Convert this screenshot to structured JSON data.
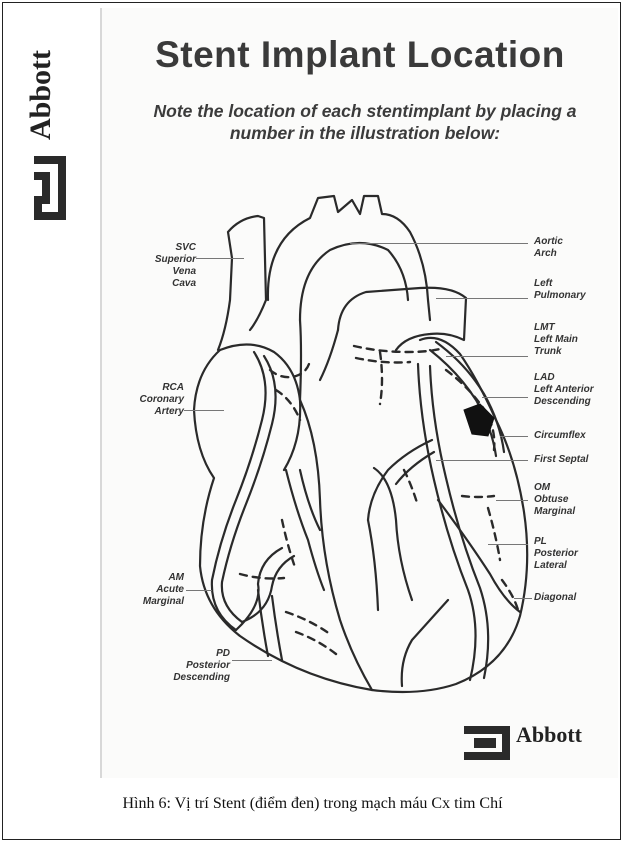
{
  "brand": {
    "name": "Abbott"
  },
  "title": "Stent Implant Location",
  "note": "Note the location of each stentimplant by placing a number in the illustration below:",
  "labels": {
    "svc": "SVC\nSuperior\nVena\nCava",
    "rca": "RCA\nCoronary\nArtery",
    "am": "AM\nAcute\nMarginal",
    "pd": "PD\nPosterior\nDescending",
    "aortic": "Aortic\nArch",
    "left_pulmonary": "Left\nPulmonary",
    "lmt": "LMT\nLeft Main\nTrunk",
    "lad": "LAD\nLeft Anterior\nDescending",
    "circumflex": "Circumflex",
    "first_septal": "First Septal",
    "om": "OM\nObtuse\nMarginal",
    "pl": "PL\nPosterior\nLateral",
    "diagonal": "Diagonal"
  },
  "caption": "Hình 6: Vị trí Stent (điểm đen) trong mạch máu Cx tim Chí"
}
